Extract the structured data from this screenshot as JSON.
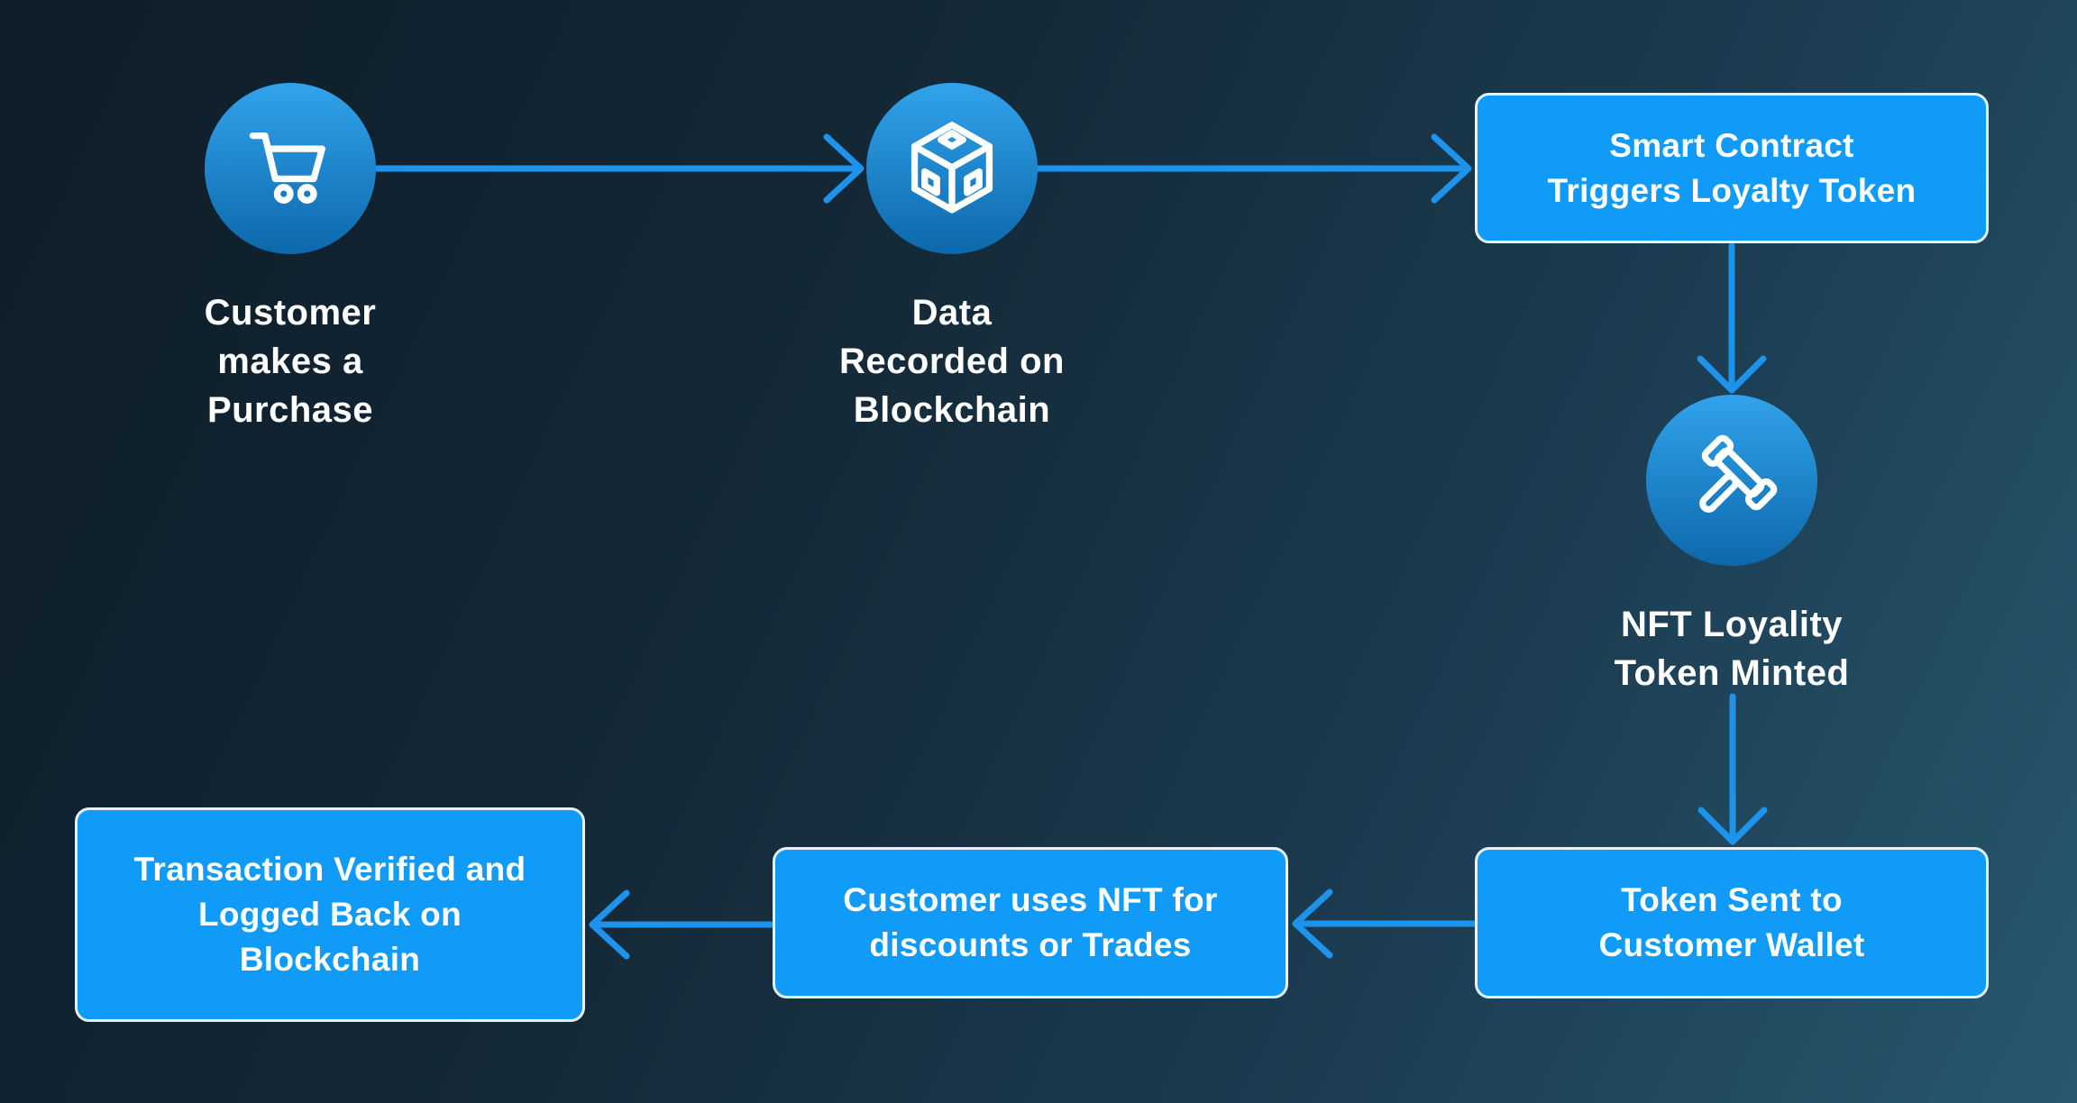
{
  "palette": {
    "bg_1": "#0e1d29",
    "bg_2": "#132735",
    "bg_3": "#1c3c51",
    "bg_4": "#27586f",
    "node_fill": "#0f9bf7",
    "node_border": "#e3f2fc",
    "arrow": "#1e93ec",
    "circle_top": "#31a3ec",
    "circle_bottom": "#0d68ab",
    "text": "#ffffff"
  },
  "steps": {
    "purchase": {
      "icon": "shopping-cart-icon",
      "lines": [
        "Customer",
        "makes a",
        "Purchase"
      ]
    },
    "record": {
      "icon": "blockchain-cube-icon",
      "lines": [
        "Data",
        "Recorded on",
        "Blockchain"
      ]
    },
    "smart_contract": {
      "lines": [
        "Smart Contract",
        "Triggers Loyalty Token"
      ]
    },
    "mint": {
      "icon": "gavel-icon",
      "lines": [
        "NFT Loyality",
        "Token Minted"
      ]
    },
    "token_sent": {
      "lines": [
        "Token Sent to",
        "Customer Wallet"
      ]
    },
    "use_nft": {
      "lines": [
        "Customer uses NFT for",
        "discounts or Trades"
      ]
    },
    "verify": {
      "lines": [
        "Transaction Verified and",
        "Logged Back on",
        "Blockchain"
      ]
    }
  },
  "edges": [
    {
      "from": "purchase",
      "to": "record",
      "direction": "right"
    },
    {
      "from": "record",
      "to": "smart_contract",
      "direction": "right"
    },
    {
      "from": "smart_contract",
      "to": "mint",
      "direction": "down"
    },
    {
      "from": "mint",
      "to": "token_sent",
      "direction": "down"
    },
    {
      "from": "token_sent",
      "to": "use_nft",
      "direction": "left"
    },
    {
      "from": "use_nft",
      "to": "verify",
      "direction": "left"
    }
  ]
}
